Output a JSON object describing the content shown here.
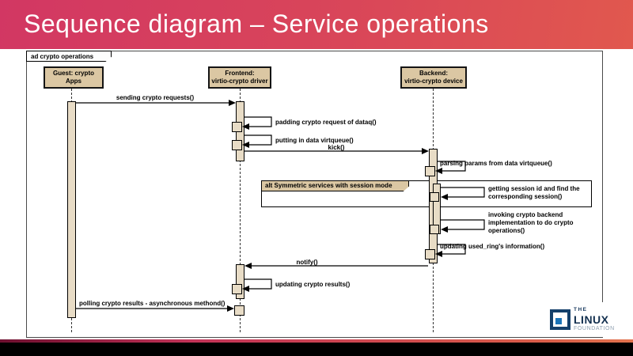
{
  "title": "Sequence diagram – Service operations",
  "colors": {
    "header_gradient_start": "#d23763",
    "header_gradient_end": "#e1584e",
    "actor_fill": "#dbc7a3",
    "activation_fill": "#e8dcc6",
    "footer_bar": "#000000",
    "logo_navy": "#13304f",
    "logo_blue": "#1b74b8"
  },
  "frame": {
    "label": "ad crypto operations"
  },
  "actors": [
    {
      "id": "guest",
      "line1": "Guest: crypto Apps",
      "line2": ""
    },
    {
      "id": "frontend",
      "line1": "Frontend:",
      "line2": "virtio-crypto driver"
    },
    {
      "id": "backend",
      "line1": "Backend:",
      "line2": "virtio-crypto device"
    }
  ],
  "fragment": {
    "label": "alt Symmetric services with session mode"
  },
  "messages": [
    {
      "label": "sending crypto requests()",
      "from": "guest",
      "to": "frontend",
      "kind": "call"
    },
    {
      "label": "padding crypto request of dataq()",
      "from": "frontend",
      "to": "frontend",
      "kind": "self"
    },
    {
      "label": "putting in data virtqueue()",
      "from": "frontend",
      "to": "frontend",
      "kind": "self"
    },
    {
      "label": "kick()",
      "from": "frontend",
      "to": "backend",
      "kind": "call"
    },
    {
      "label": "parsing params from data virtqueue()",
      "from": "backend",
      "to": "backend",
      "kind": "self"
    },
    {
      "label": "getting session id and find the corresponding session()",
      "from": "backend",
      "to": "backend",
      "kind": "self"
    },
    {
      "label": "invoking crypto backend implementation to do crypto operations()",
      "from": "backend",
      "to": "backend",
      "kind": "self"
    },
    {
      "label": "updating used_ring's information()",
      "from": "backend",
      "to": "backend",
      "kind": "self"
    },
    {
      "label": "notify()",
      "from": "backend",
      "to": "frontend",
      "kind": "call"
    },
    {
      "label": "updating crypto results()",
      "from": "frontend",
      "to": "frontend",
      "kind": "self"
    },
    {
      "label": "polling crypto results - asynchronous methond()",
      "from": "guest",
      "to": "frontend",
      "kind": "call"
    }
  ],
  "logo": {
    "the": "THE",
    "linux": "LINUX",
    "foundation": "FOUNDATION"
  }
}
